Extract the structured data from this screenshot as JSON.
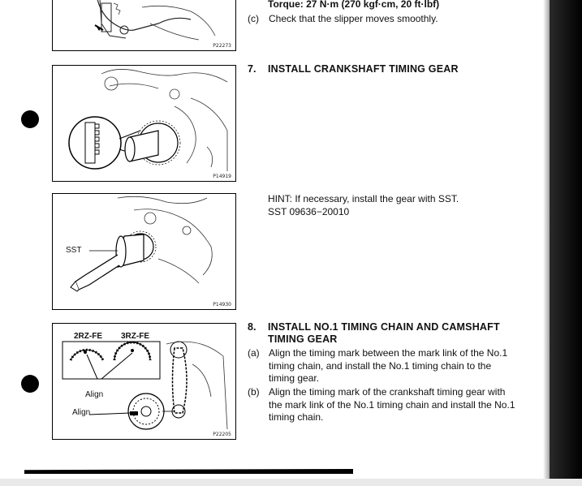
{
  "top": {
    "torque": "Torque: 27 N·m (270 kgf·cm, 20 ft·lbf)",
    "c_label": "(c)",
    "c_text": "Check that the slipper moves smoothly."
  },
  "step7": {
    "number": "7.",
    "title": "INSTALL CRANKSHAFT TIMING GEAR",
    "hint": "HINT:  If necessary, install the gear with SST.",
    "sst": "SST 09636−20010"
  },
  "step8": {
    "number": "8.",
    "title_line1": "INSTALL NO.1 TIMING CHAIN AND CAMSHAFT",
    "title_line2": "TIMING GEAR",
    "a_label": "(a)",
    "a_text": "Align the timing mark between the mark link of the No.1 timing chain, and install the No.1 timing chain to the timing gear.",
    "b_label": "(b)",
    "b_text": "Align the timing mark of the crankshaft timing gear with the mark link of the No.1 timing chain and install the No.1 timing chain."
  },
  "figures": {
    "fig1_code": "P22273",
    "fig2_code": "P14919",
    "fig3_code": "P14930",
    "fig3_sst": "SST",
    "fig4_code": "P22205",
    "fig4_engine1": "2RZ-FE",
    "fig4_engine2": "3RZ-FE",
    "fig4_align1": "Align",
    "fig4_align2": "Align"
  },
  "colors": {
    "ink": "#111111",
    "page_edge": "#000000"
  }
}
